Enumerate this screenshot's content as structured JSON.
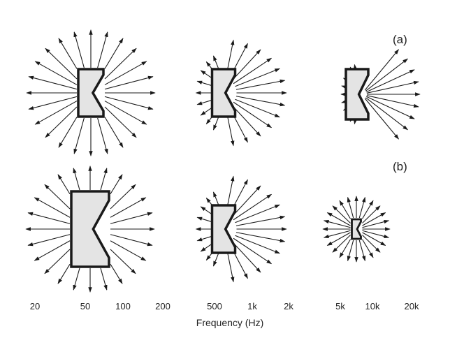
{
  "panels": [
    {
      "label": "(a)",
      "speakers": [
        {
          "id": "a1",
          "spread": "omni"
        },
        {
          "id": "a2",
          "spread": "wide"
        },
        {
          "id": "a3",
          "spread": "forward"
        }
      ]
    },
    {
      "label": "(b)",
      "speakers": [
        {
          "id": "b1",
          "spread": "omni"
        },
        {
          "id": "b2",
          "spread": "wide"
        },
        {
          "id": "b3",
          "spread": "omni"
        }
      ]
    }
  ],
  "frequency_axis": {
    "title": "Frequency (Hz)",
    "ticks": [
      "20",
      "50",
      "100",
      "200",
      "500",
      "1k",
      "2k",
      "5k",
      "10k",
      "20k"
    ]
  },
  "colors": {
    "cabinet_fill": "#e4e4e4",
    "cabinet_stroke": "#1a1a1a",
    "arrow": "#1a1a1a"
  }
}
